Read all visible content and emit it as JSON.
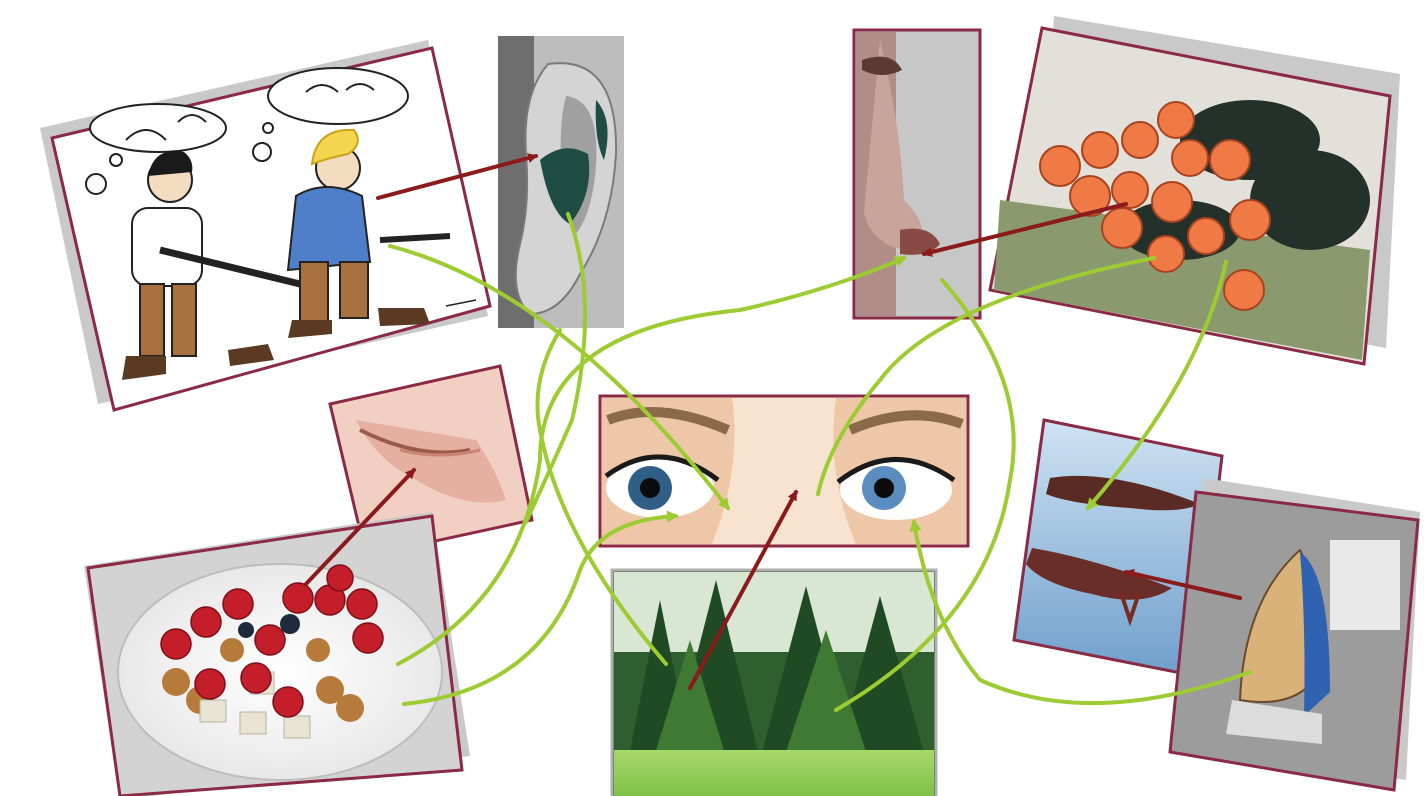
{
  "colors": {
    "background": "#ffffff",
    "frame": "#8a2a45",
    "shadow": "#c9c9c9",
    "arrow_direct": "#8b1a1a",
    "arrow_link": "#9ccc32"
  },
  "images": [
    {
      "id": "musicians",
      "name": "musicians-cartoon-photo"
    },
    {
      "id": "ear",
      "name": "ear-photo"
    },
    {
      "id": "nose",
      "name": "nose-photo"
    },
    {
      "id": "roses",
      "name": "roses-bouquet-photo"
    },
    {
      "id": "mouth",
      "name": "mouth-photo"
    },
    {
      "id": "eyes",
      "name": "eyes-photo"
    },
    {
      "id": "hands",
      "name": "hands-in-water-photo"
    },
    {
      "id": "iron",
      "name": "clothes-iron-photo"
    },
    {
      "id": "fruit",
      "name": "fruit-plate-photo"
    },
    {
      "id": "forest",
      "name": "forest-photo"
    }
  ],
  "arrows": {
    "direct": [
      {
        "name": "arrow-sound-to-ear"
      },
      {
        "name": "arrow-smell-to-nose"
      },
      {
        "name": "arrow-food-to-mouth"
      },
      {
        "name": "arrow-forest-to-eyes"
      },
      {
        "name": "arrow-iron-to-hands"
      }
    ],
    "links": [
      {
        "name": "link-musicians-to-eyes"
      },
      {
        "name": "link-ear-to-mouth"
      },
      {
        "name": "link-fruit-to-nose"
      },
      {
        "name": "link-fruit-to-eyes"
      },
      {
        "name": "link-roses-to-eyes"
      },
      {
        "name": "link-roses-to-hands"
      },
      {
        "name": "link-nose-to-forest"
      },
      {
        "name": "link-iron-to-eyes"
      },
      {
        "name": "link-forest-to-ear"
      }
    ]
  }
}
